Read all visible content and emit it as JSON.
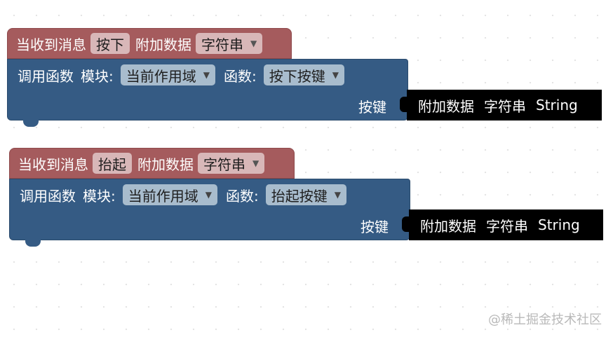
{
  "blocks": [
    {
      "event_label": "当收到消息",
      "message": "按下",
      "extra_label": "附加数据",
      "data_type": "字符串",
      "call_label": "调用函数",
      "module_label": "模块:",
      "module_value": "当前作用域",
      "function_label": "函数:",
      "function_value": "按下按键",
      "param_label": "按键",
      "value_label": "附加数据",
      "value_type": "字符串",
      "value_kind": "String"
    },
    {
      "event_label": "当收到消息",
      "message": "抬起",
      "extra_label": "附加数据",
      "data_type": "字符串",
      "call_label": "调用函数",
      "module_label": "模块:",
      "module_value": "当前作用域",
      "function_label": "函数:",
      "function_value": "抬起按键",
      "param_label": "按键",
      "value_label": "附加数据",
      "value_type": "字符串",
      "value_kind": "String"
    }
  ],
  "watermark": "@稀土掘金技术社区",
  "dropdown_arrow": "▼",
  "colors": {
    "event_block": "#a55b5d",
    "call_block": "#355b84",
    "value_block": "#000000"
  }
}
